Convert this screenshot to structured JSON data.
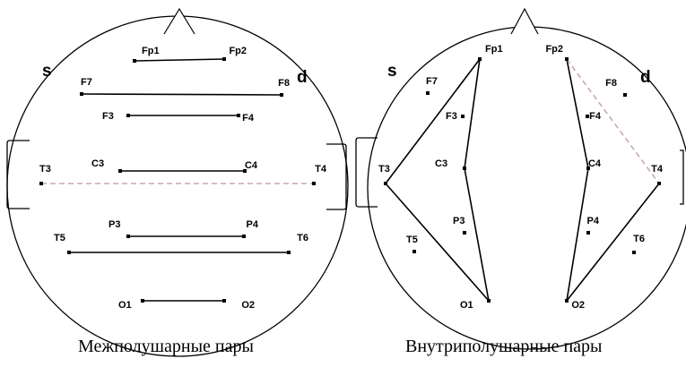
{
  "panels": [
    {
      "id": "interhemispheric",
      "caption": "Межполушарные пары",
      "side_left": "s",
      "side_right": "d",
      "electrodes": [
        {
          "id": "Fp1",
          "label": "Fp1"
        },
        {
          "id": "Fp2",
          "label": "Fp2"
        },
        {
          "id": "F7",
          "label": "F7"
        },
        {
          "id": "F8",
          "label": "F8"
        },
        {
          "id": "F3",
          "label": "F3"
        },
        {
          "id": "F4",
          "label": "F4"
        },
        {
          "id": "C3",
          "label": "C3"
        },
        {
          "id": "C4",
          "label": "C4"
        },
        {
          "id": "T3",
          "label": "T3"
        },
        {
          "id": "T4",
          "label": "T4"
        },
        {
          "id": "P3",
          "label": "P3"
        },
        {
          "id": "P4",
          "label": "P4"
        },
        {
          "id": "T5",
          "label": "T5"
        },
        {
          "id": "T6",
          "label": "T6"
        },
        {
          "id": "O1",
          "label": "O1"
        },
        {
          "id": "O2",
          "label": "O2"
        }
      ],
      "connections": [
        {
          "from": "Fp1",
          "to": "Fp2",
          "style": "solid"
        },
        {
          "from": "F7",
          "to": "F8",
          "style": "solid"
        },
        {
          "from": "F3",
          "to": "F4",
          "style": "solid"
        },
        {
          "from": "C3",
          "to": "C4",
          "style": "solid"
        },
        {
          "from": "T3",
          "to": "T4",
          "style": "dashed"
        },
        {
          "from": "P3",
          "to": "P4",
          "style": "solid"
        },
        {
          "from": "T5",
          "to": "T6",
          "style": "solid"
        },
        {
          "from": "O1",
          "to": "O2",
          "style": "solid"
        }
      ]
    },
    {
      "id": "intrahemispheric",
      "caption": "Внутриполушарные пары",
      "side_left": "s",
      "side_right": "d",
      "electrodes": [
        {
          "id": "Fp1",
          "label": "Fp1"
        },
        {
          "id": "Fp2",
          "label": "Fp2"
        },
        {
          "id": "F7",
          "label": "F7"
        },
        {
          "id": "F8",
          "label": "F8"
        },
        {
          "id": "F3",
          "label": "F3"
        },
        {
          "id": "F4",
          "label": "F4"
        },
        {
          "id": "C3",
          "label": "C3"
        },
        {
          "id": "C4",
          "label": "C4"
        },
        {
          "id": "T3",
          "label": "T3"
        },
        {
          "id": "T4",
          "label": "T4"
        },
        {
          "id": "P3",
          "label": "P3"
        },
        {
          "id": "P4",
          "label": "P4"
        },
        {
          "id": "T5",
          "label": "T5"
        },
        {
          "id": "T6",
          "label": "T6"
        },
        {
          "id": "O1",
          "label": "O1"
        },
        {
          "id": "O2",
          "label": "O2"
        }
      ],
      "connections": [
        {
          "from": "Fp1",
          "to": "T3",
          "style": "solid"
        },
        {
          "from": "T3",
          "to": "O1",
          "style": "solid"
        },
        {
          "from": "Fp1",
          "to": "C3",
          "style": "solid"
        },
        {
          "from": "C3",
          "to": "O1",
          "style": "solid"
        },
        {
          "from": "Fp2",
          "to": "C4",
          "style": "solid"
        },
        {
          "from": "C4",
          "to": "O2",
          "style": "solid"
        },
        {
          "from": "O2",
          "to": "T4",
          "style": "solid"
        },
        {
          "from": "Fp2",
          "to": "T4",
          "style": "dashed"
        }
      ]
    }
  ],
  "colors": {
    "line": "#000000",
    "dashed_line": "#c8a8b0",
    "outline": "#000000",
    "background": "#ffffff"
  }
}
